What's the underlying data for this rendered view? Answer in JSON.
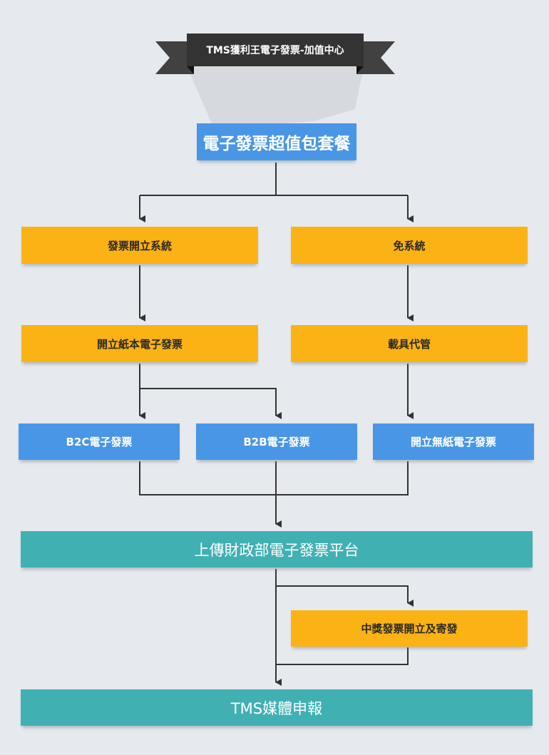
{
  "banner": {
    "title": "TMS獲利王電子發票-加值中心"
  },
  "diagram": {
    "root": "電子發票超值包套餐",
    "branch_left": "發票開立系統",
    "branch_right": "免系統",
    "left_step": "開立紙本電子發票",
    "right_step": "載具代管",
    "b2c": "B2C電子發票",
    "b2b": "B2B電子發票",
    "paperless": "開立無紙電子發票",
    "upload": "上傳財政部電子發票平台",
    "prize": "中獎發票開立及寄發",
    "final": "TMS媒體申報"
  },
  "colors": {
    "orange": "#fbb214",
    "blue": "#4a96e6",
    "teal": "#41b0b3",
    "banner": "#333333",
    "line": "#333333",
    "background": "#e6e9ee"
  }
}
